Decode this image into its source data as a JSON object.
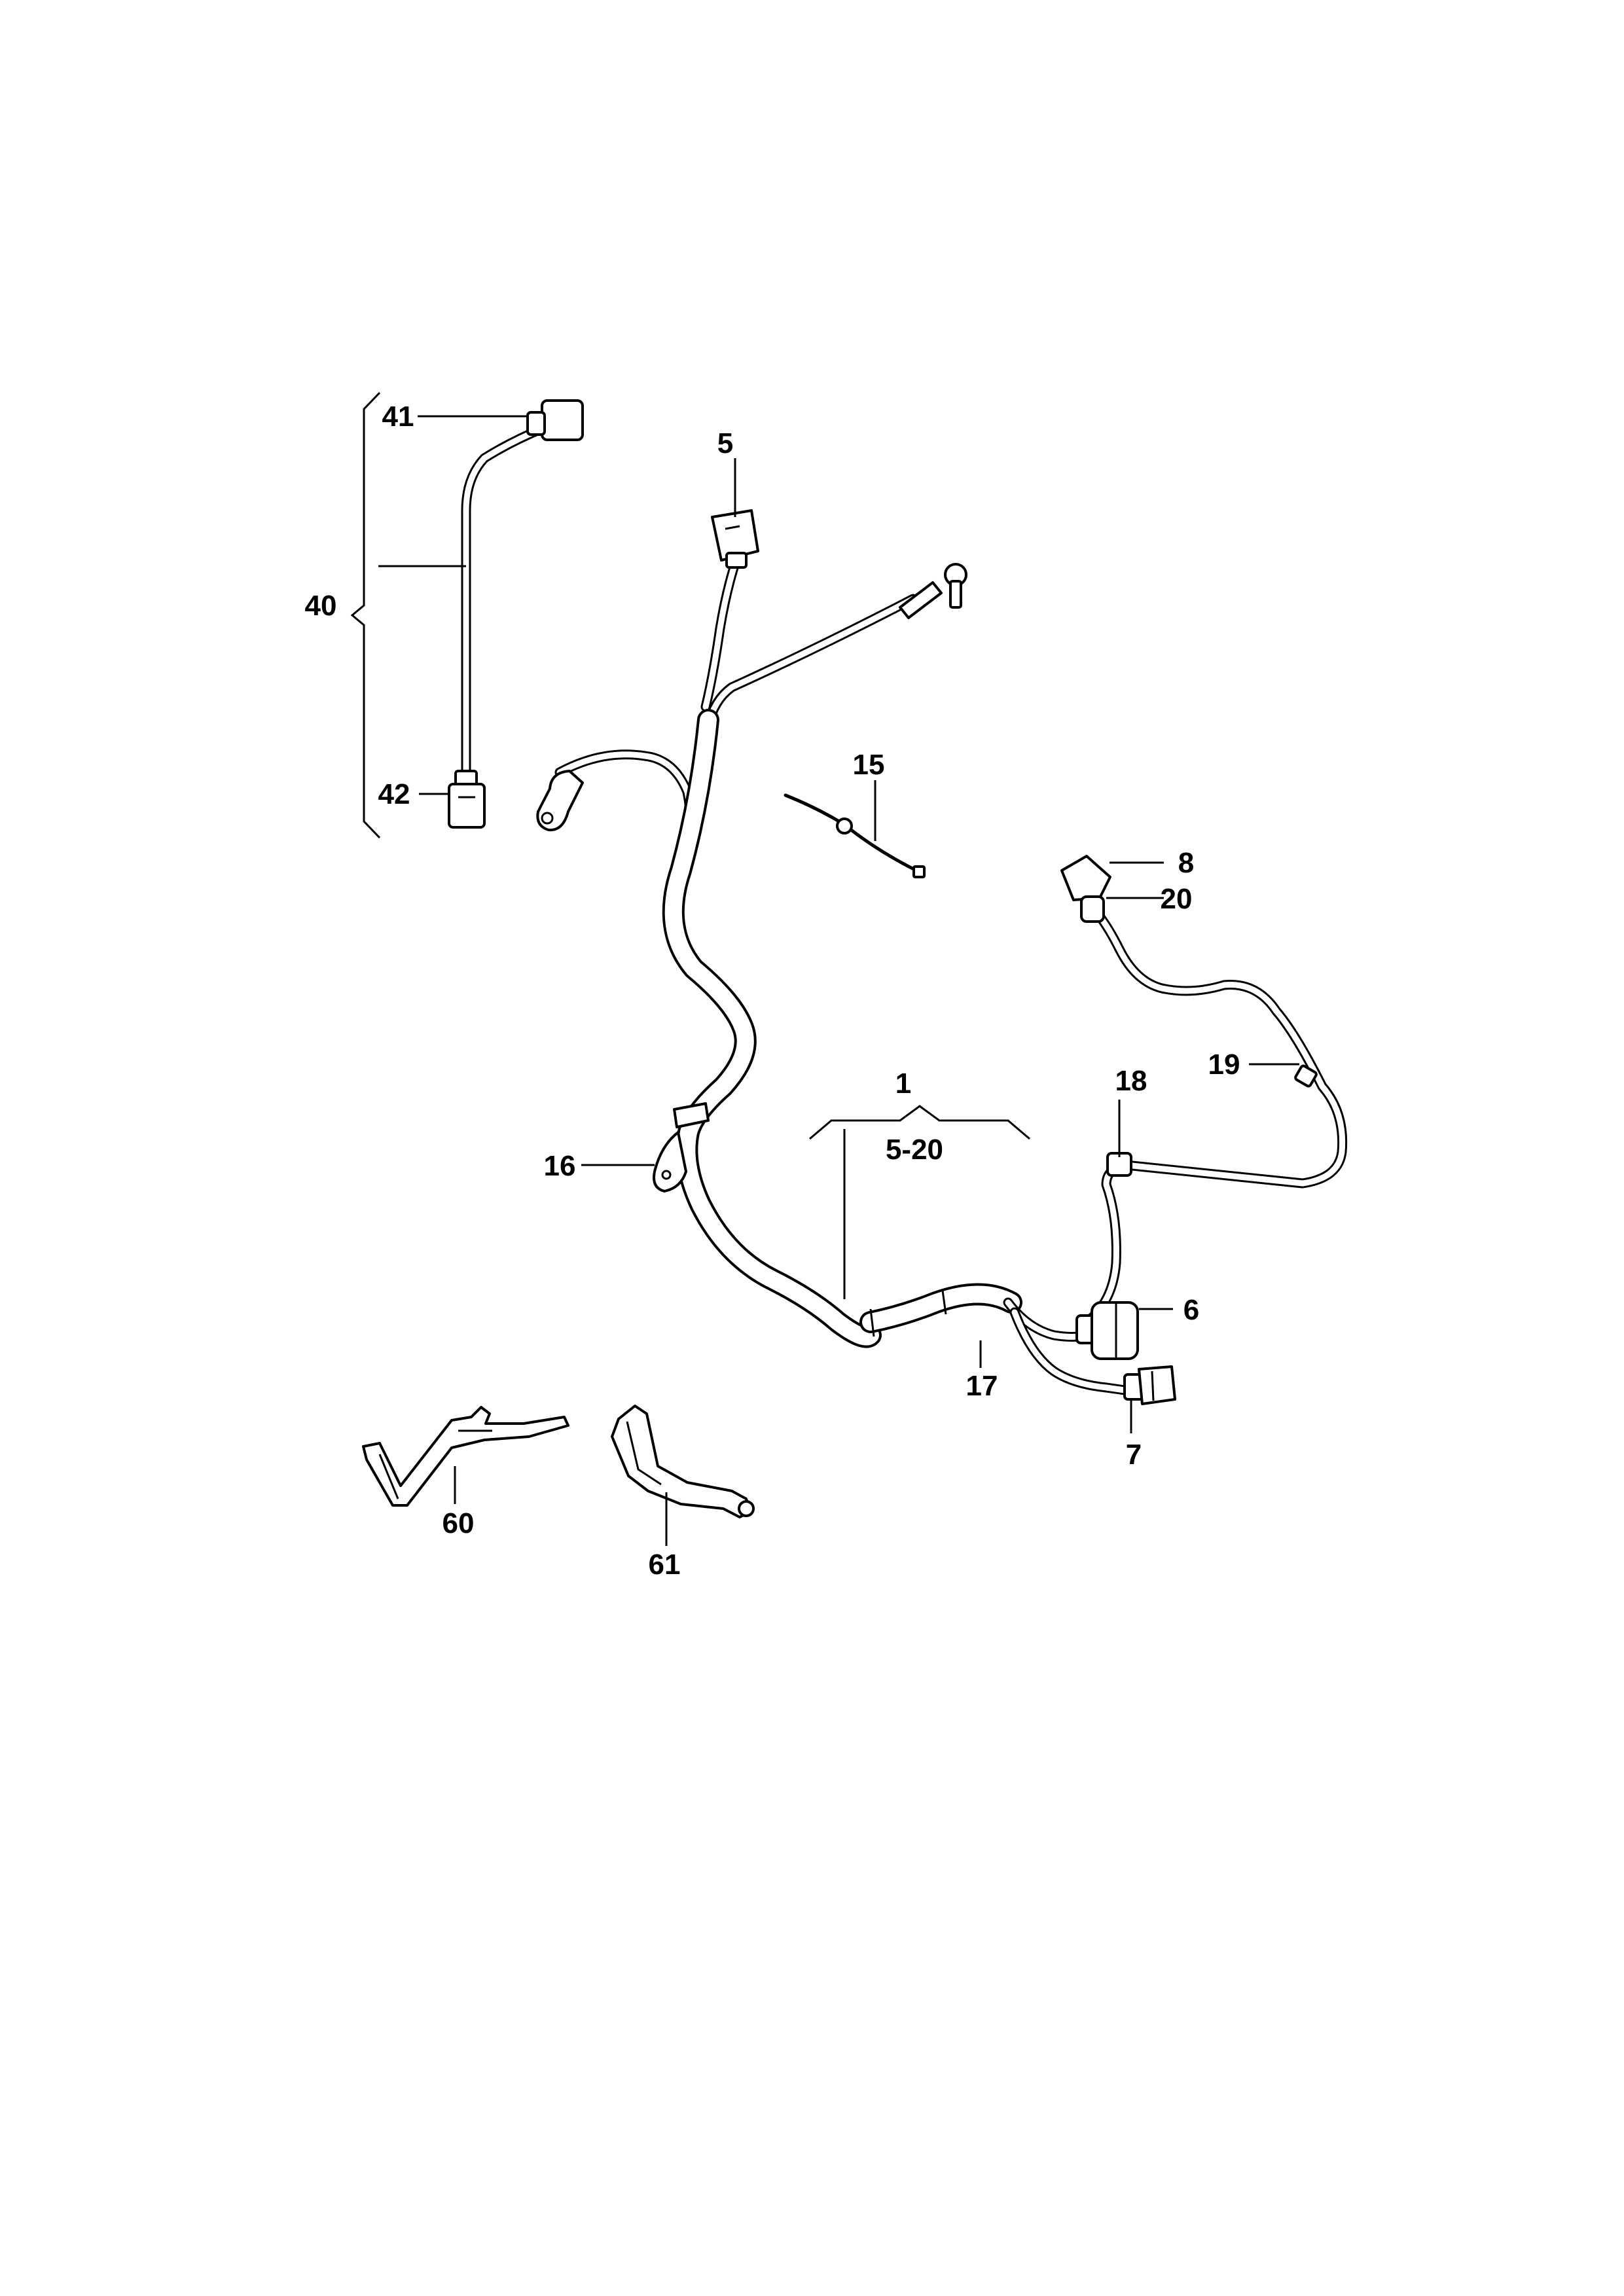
{
  "callouts": {
    "c1": "1",
    "c1_range": "5-20",
    "c5": "5",
    "c6": "6",
    "c7": "7",
    "c8": "8",
    "c15": "15",
    "c16": "16",
    "c17": "17",
    "c18": "18",
    "c19": "19",
    "c20": "20",
    "c40": "40",
    "c41": "41",
    "c42": "42",
    "c60": "60",
    "c61": "61"
  }
}
